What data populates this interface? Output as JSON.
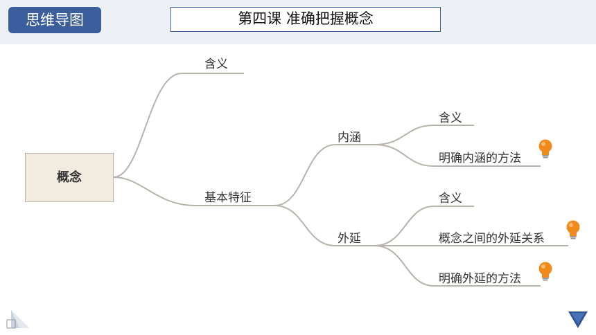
{
  "header": {
    "badge": "思维导图",
    "title": "第四课 准确把握概念"
  },
  "mindmap": {
    "root": "概念",
    "level1": {
      "meaning": "含义",
      "features": "基本特征"
    },
    "level2": {
      "connotation": "内涵",
      "extension": "外延"
    },
    "connotation_items": {
      "meaning": "含义",
      "method": "明确内涵的方法"
    },
    "extension_items": {
      "meaning": "含义",
      "relations": "概念之间的外延关系",
      "method": "明确外延的方法"
    }
  },
  "colors": {
    "accent": "#3b5f9c",
    "connector": "#b8b3aa",
    "root_fill": "#f2ece0",
    "bulb": "#f08a1c"
  },
  "icons": {
    "bulb": "lightbulb-icon",
    "prev": "page-curl-icon",
    "next": "triangle-down-icon"
  }
}
